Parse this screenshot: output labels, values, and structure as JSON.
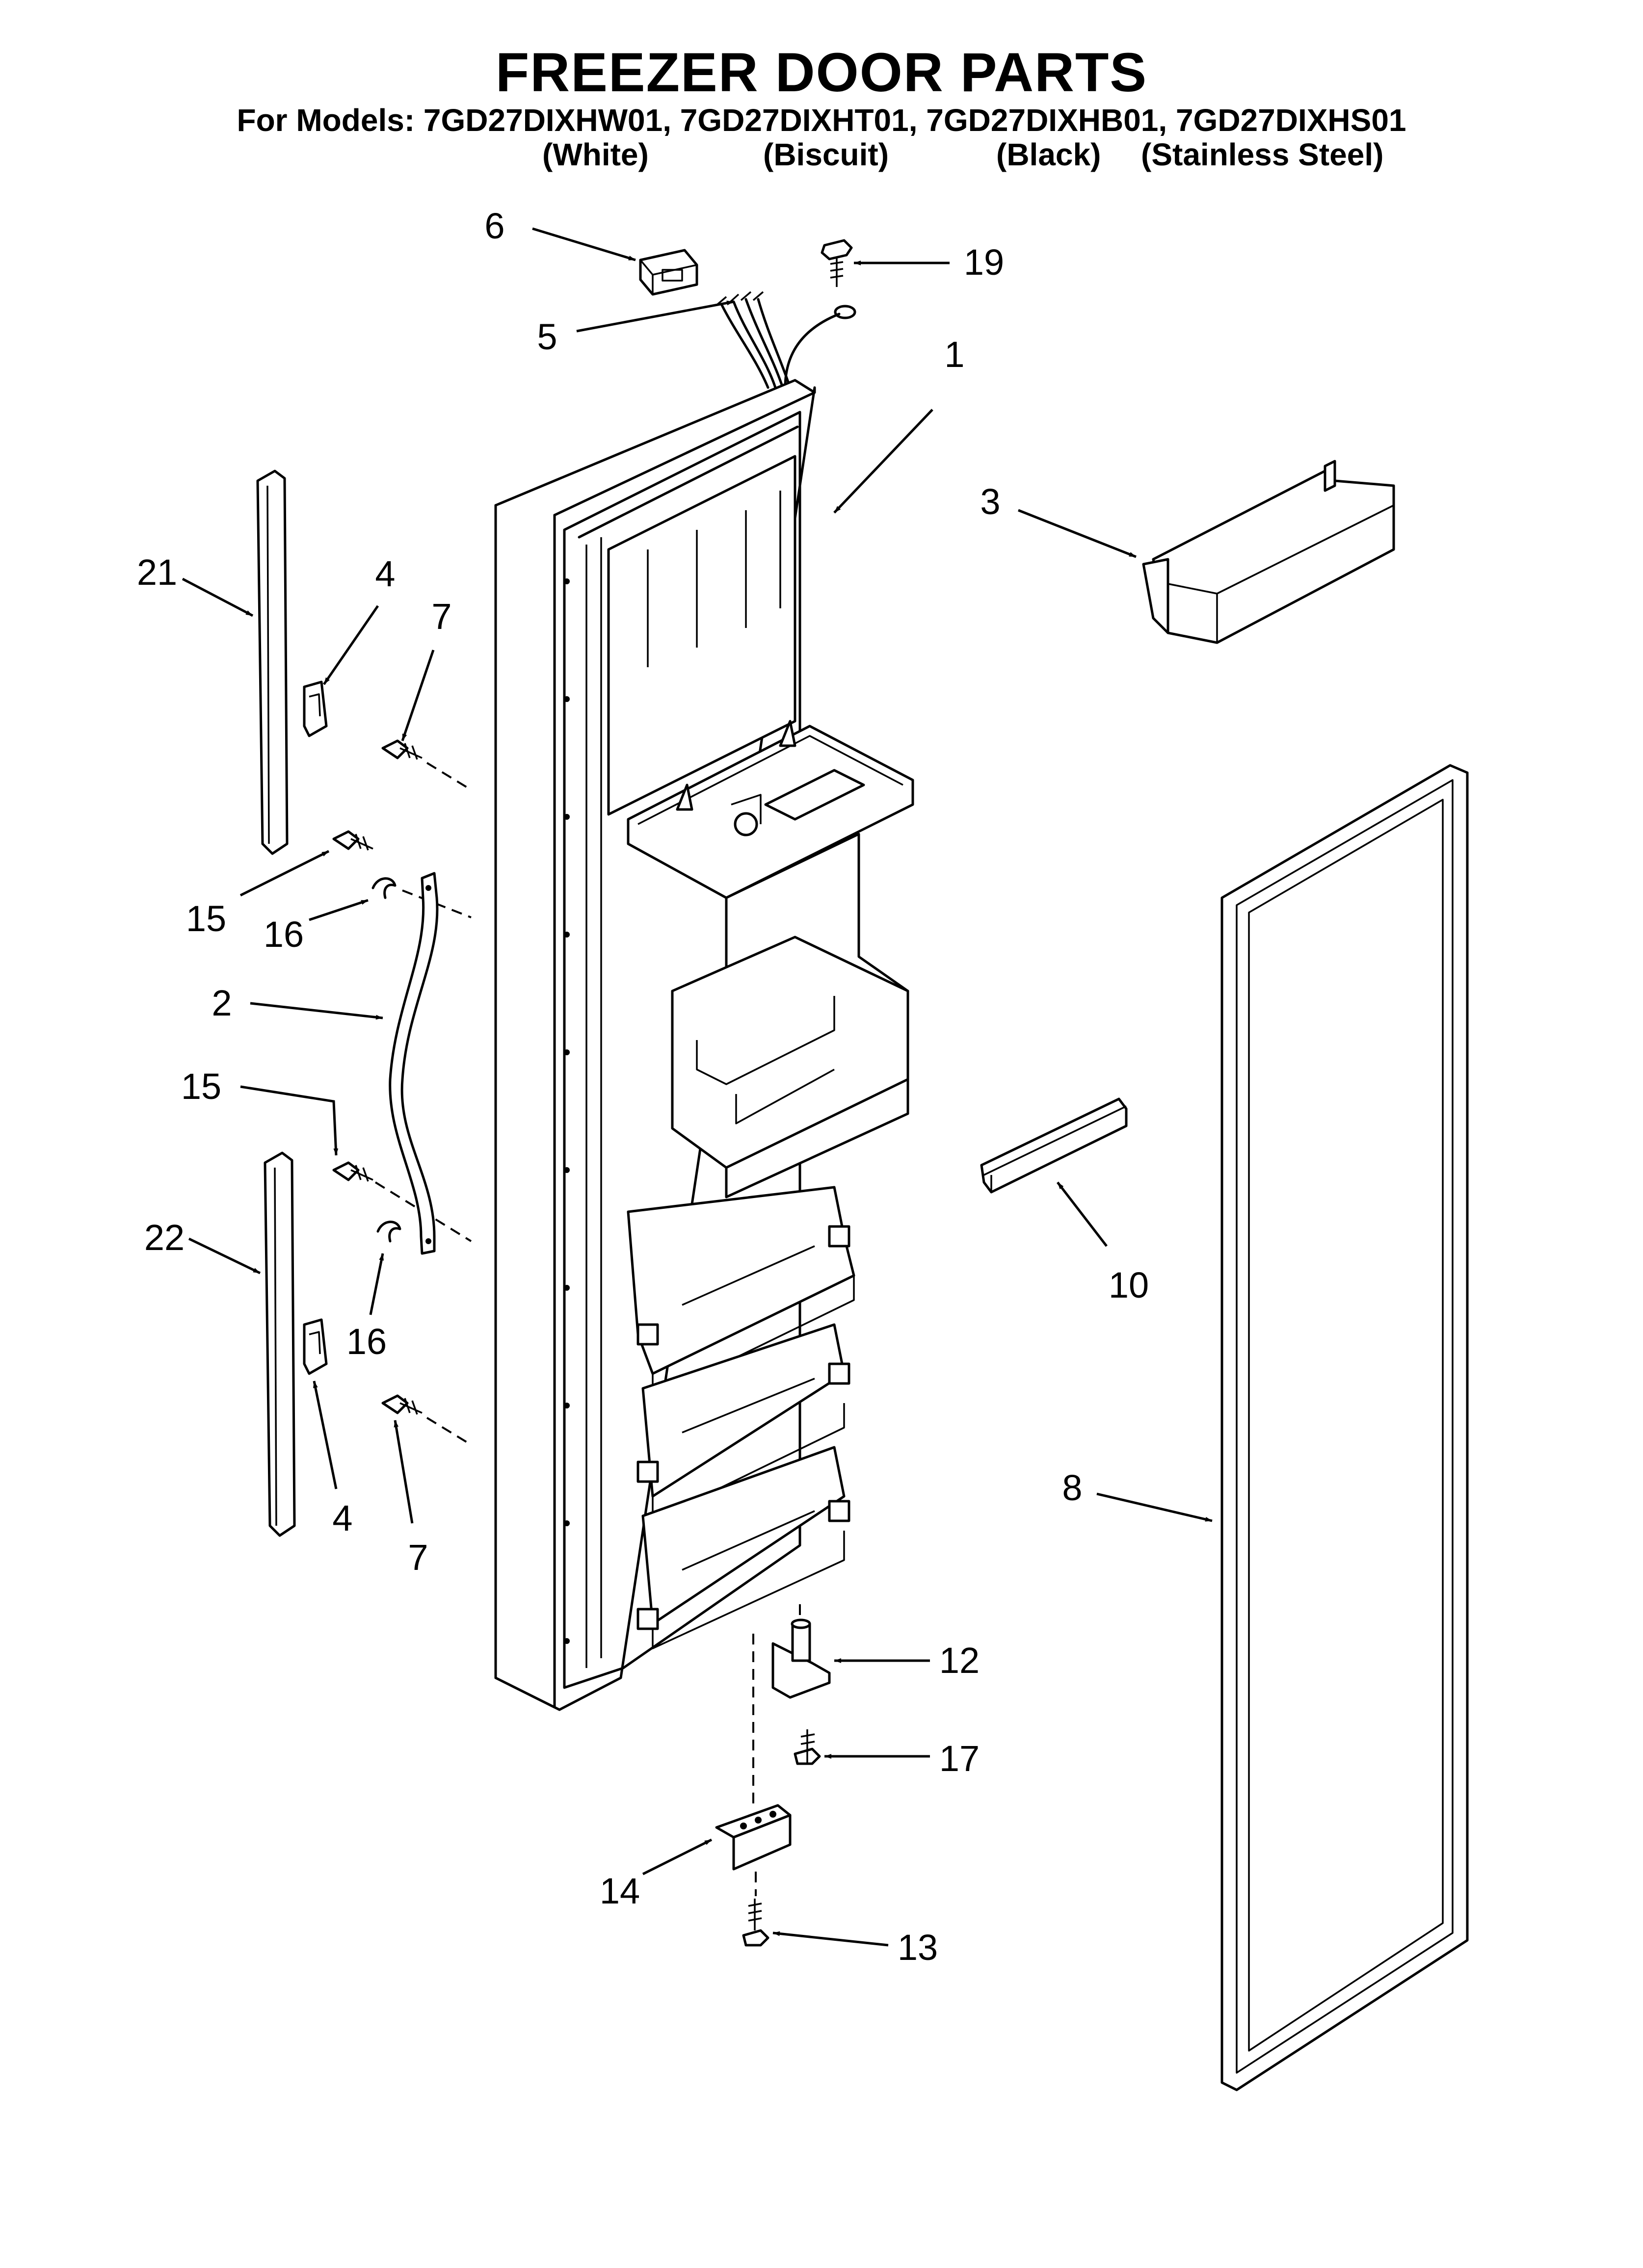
{
  "title": "FREEZER DOOR PARTS",
  "models_line": "For Models: 7GD27DIXHW01, 7GD27DIXHT01, 7GD27DIXHB01, 7GD27DIXHS01",
  "finishes": [
    "(White)",
    "(Biscuit)",
    "(Black)",
    "(Stainless Steel)"
  ],
  "callouts": {
    "c1": "1",
    "c2": "2",
    "c3": "3",
    "c4a": "4",
    "c4b": "4",
    "c5": "5",
    "c6": "6",
    "c7a": "7",
    "c7b": "7",
    "c8": "8",
    "c10": "10",
    "c12": "12",
    "c13": "13",
    "c14": "14",
    "c15a": "15",
    "c15b": "15",
    "c16a": "16",
    "c16b": "16",
    "c17": "17",
    "c19": "19",
    "c21": "21",
    "c22": "22"
  }
}
